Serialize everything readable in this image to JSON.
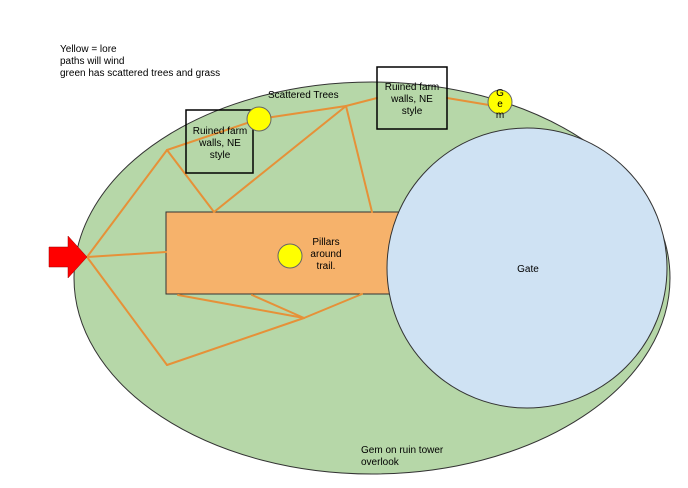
{
  "legend_notes": [
    "Yellow = lore",
    "paths will wind",
    "green has scattered trees and grass"
  ],
  "colors": {
    "grass": "#b6d7a8",
    "gate": "#cfe2f3",
    "trail": "#f6b26b",
    "path": "#e69138",
    "lore": "#ffff00",
    "entrance_arrow": "#ff0000",
    "outline": "#000000"
  },
  "regions": {
    "scattered_trees_label": "Scattered Trees",
    "farm_walls_left": [
      "Ruined farm",
      "walls, NE",
      "style"
    ],
    "farm_walls_right": [
      "Ruined farm",
      "walls, NE",
      "style"
    ],
    "gem_label": [
      "G",
      "e",
      "m"
    ],
    "pillars_label": [
      "Pillars",
      "around",
      "trail."
    ],
    "gate_label": "Gate",
    "gem_tower_label": [
      "Gem on ruin tower",
      "overlook"
    ]
  },
  "icons": {
    "entrance": "right-arrow"
  }
}
